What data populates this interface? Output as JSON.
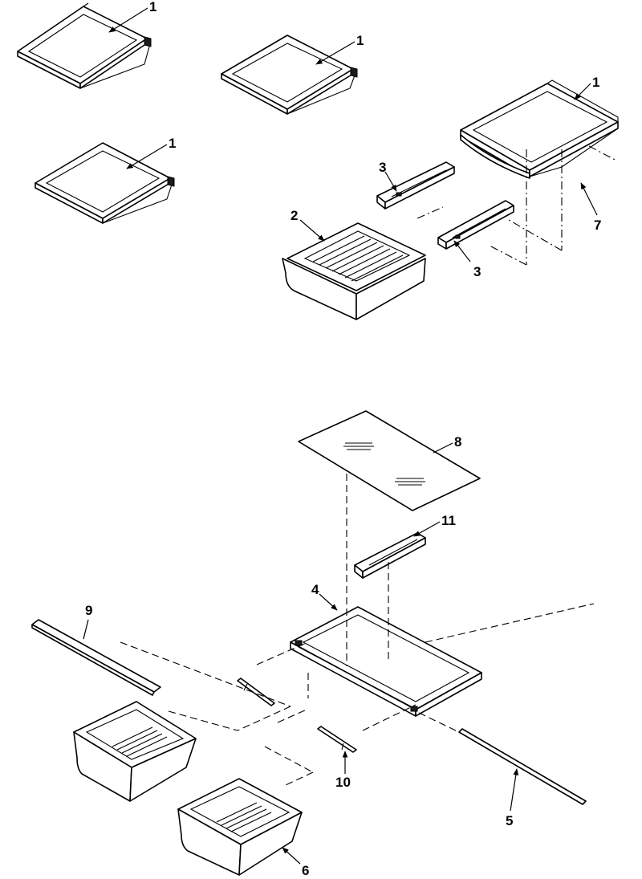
{
  "callouts": {
    "c1a": "1",
    "c1b": "1",
    "c1c": "1",
    "c1d": "1",
    "c2": "2",
    "c3a": "3",
    "c3b": "3",
    "c7": "7",
    "c8": "8",
    "c11": "11",
    "c4": "4",
    "c9": "9",
    "c10": "10",
    "c5": "5",
    "c6": "6"
  }
}
